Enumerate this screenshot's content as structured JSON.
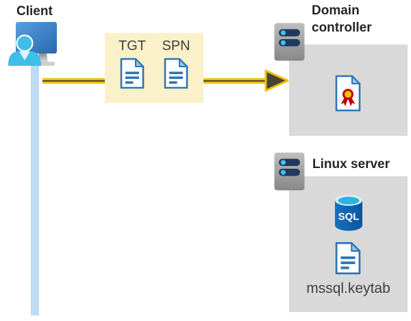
{
  "diagram": {
    "client": {
      "label": "Client"
    },
    "tokens": {
      "tgt_label": "TGT",
      "spn_label": "SPN"
    },
    "domain_controller": {
      "label": "Domain controller"
    },
    "linux_server": {
      "label": "Linux server",
      "sql_label": "SQL",
      "keytab_label": "mssql.keytab"
    },
    "icons": {
      "client": "desktop-user-icon",
      "tgt": "document-icon",
      "spn": "document-icon",
      "domain_controller": "server-icon",
      "certificate": "certificate-icon",
      "linux_server": "server-icon",
      "database": "sql-database-icon",
      "keytab": "document-icon"
    },
    "colors": {
      "arrow_yellow": "#EFC100",
      "arrow_core": "#4A4734",
      "token_box_bg": "#FAF1C8",
      "server_box_bg": "#D9D9D9",
      "client_line_blue": "#BFDAF5",
      "doc_blue": "#2E75B6",
      "doc_fold_blue": "#9DC3E6",
      "person_cyan": "#41BEE8",
      "server_bar_navy": "#21395E",
      "server_dot_cyan": "#44C0EC",
      "sql_body_blue": "#0F66B4",
      "sql_top_cyan": "#2CB2E0",
      "cert_ribbon_red": "#C00000",
      "cert_ribbon_gold": "#FFC000",
      "heading_text": "#262626",
      "label_text": "#3F3F3F"
    }
  }
}
